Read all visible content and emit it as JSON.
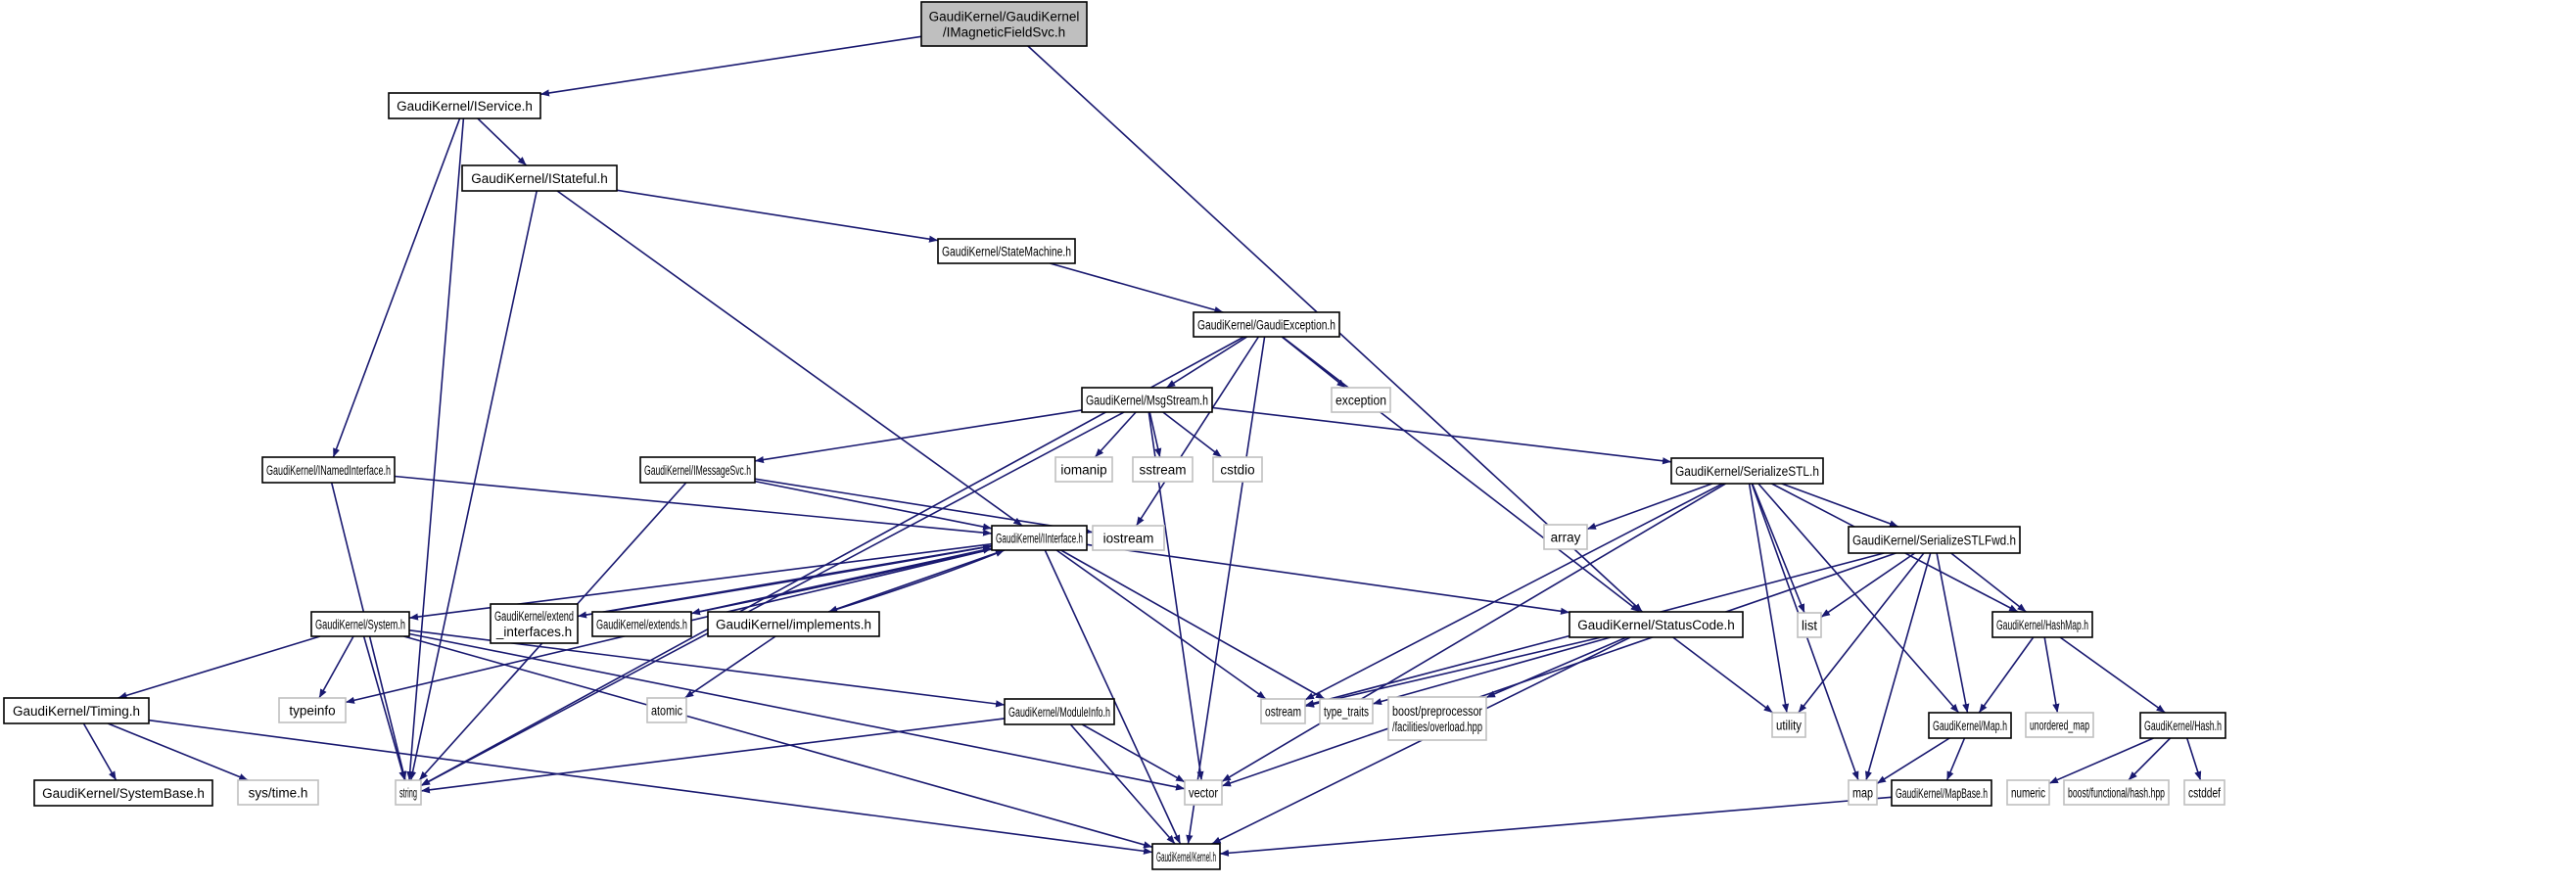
{
  "title": "Include dependency graph for GaudiKernel/GaudiKernel/IMagneticFieldSvc.h",
  "colors": {
    "edge": "#191970",
    "node_border": "#000000",
    "external_border": "#bfbfbf",
    "root_fill": "#bfbfbf"
  },
  "nodes": [
    {
      "id": "root",
      "lines": [
        "GaudiKernel/GaudiKernel",
        "/IMagneticFieldSvc.h"
      ],
      "kind": "root"
    },
    {
      "id": "IService",
      "lines": [
        "GaudiKernel/IService.h"
      ],
      "kind": "internal"
    },
    {
      "id": "IStateful",
      "lines": [
        "GaudiKernel/IStateful.h"
      ],
      "kind": "internal"
    },
    {
      "id": "StateMachine",
      "lines": [
        "GaudiKernel/StateMachine.h"
      ],
      "kind": "internal"
    },
    {
      "id": "GaudiException",
      "lines": [
        "GaudiKernel/GaudiException.h"
      ],
      "kind": "internal"
    },
    {
      "id": "exception",
      "lines": [
        "exception"
      ],
      "kind": "external"
    },
    {
      "id": "MsgStream",
      "lines": [
        "GaudiKernel/MsgStream.h"
      ],
      "kind": "internal"
    },
    {
      "id": "INamedInterface",
      "lines": [
        "GaudiKernel/INamedInterface.h"
      ],
      "kind": "internal"
    },
    {
      "id": "IMessageSvc",
      "lines": [
        "GaudiKernel/IMessageSvc.h"
      ],
      "kind": "internal"
    },
    {
      "id": "iomanip",
      "lines": [
        "iomanip"
      ],
      "kind": "external"
    },
    {
      "id": "sstream",
      "lines": [
        "sstream"
      ],
      "kind": "external"
    },
    {
      "id": "cstdio",
      "lines": [
        "cstdio"
      ],
      "kind": "external"
    },
    {
      "id": "SerializeSTL",
      "lines": [
        "GaudiKernel/SerializeSTL.h"
      ],
      "kind": "internal"
    },
    {
      "id": "IInterface",
      "lines": [
        "GaudiKernel/IInterface.h"
      ],
      "kind": "internal"
    },
    {
      "id": "iostream",
      "lines": [
        "iostream"
      ],
      "kind": "external"
    },
    {
      "id": "array",
      "lines": [
        "array"
      ],
      "kind": "external"
    },
    {
      "id": "SerializeSTLFwd",
      "lines": [
        "GaudiKernel/SerializeSTLFwd.h"
      ],
      "kind": "internal"
    },
    {
      "id": "System",
      "lines": [
        "GaudiKernel/System.h"
      ],
      "kind": "internal"
    },
    {
      "id": "extend_interfaces",
      "lines": [
        "GaudiKernel/extend",
        "_interfaces.h"
      ],
      "kind": "internal"
    },
    {
      "id": "extends",
      "lines": [
        "GaudiKernel/extends.h"
      ],
      "kind": "internal"
    },
    {
      "id": "implements",
      "lines": [
        "GaudiKernel/implements.h"
      ],
      "kind": "internal"
    },
    {
      "id": "StatusCode",
      "lines": [
        "GaudiKernel/StatusCode.h"
      ],
      "kind": "internal"
    },
    {
      "id": "list",
      "lines": [
        "list"
      ],
      "kind": "external"
    },
    {
      "id": "HashMap",
      "lines": [
        "GaudiKernel/HashMap.h"
      ],
      "kind": "internal"
    },
    {
      "id": "Timing",
      "lines": [
        "GaudiKernel/Timing.h"
      ],
      "kind": "internal"
    },
    {
      "id": "typeinfo",
      "lines": [
        "typeinfo"
      ],
      "kind": "external"
    },
    {
      "id": "atomic",
      "lines": [
        "atomic"
      ],
      "kind": "external"
    },
    {
      "id": "ModuleInfo",
      "lines": [
        "GaudiKernel/ModuleInfo.h"
      ],
      "kind": "internal"
    },
    {
      "id": "ostream",
      "lines": [
        "ostream"
      ],
      "kind": "external"
    },
    {
      "id": "type_traits",
      "lines": [
        "type_traits"
      ],
      "kind": "external"
    },
    {
      "id": "overload",
      "lines": [
        "boost/preprocessor",
        "/facilities/overload.hpp"
      ],
      "kind": "external"
    },
    {
      "id": "utility",
      "lines": [
        "utility"
      ],
      "kind": "external"
    },
    {
      "id": "Map",
      "lines": [
        "GaudiKernel/Map.h"
      ],
      "kind": "internal"
    },
    {
      "id": "unordered_map",
      "lines": [
        "unordered_map"
      ],
      "kind": "external"
    },
    {
      "id": "Hash",
      "lines": [
        "GaudiKernel/Hash.h"
      ],
      "kind": "internal"
    },
    {
      "id": "SystemBase",
      "lines": [
        "GaudiKernel/SystemBase.h"
      ],
      "kind": "internal"
    },
    {
      "id": "systime",
      "lines": [
        "sys/time.h"
      ],
      "kind": "external"
    },
    {
      "id": "string",
      "lines": [
        "string"
      ],
      "kind": "external"
    },
    {
      "id": "vector",
      "lines": [
        "vector"
      ],
      "kind": "external"
    },
    {
      "id": "map",
      "lines": [
        "map"
      ],
      "kind": "external"
    },
    {
      "id": "MapBase",
      "lines": [
        "GaudiKernel/MapBase.h"
      ],
      "kind": "internal"
    },
    {
      "id": "numeric",
      "lines": [
        "numeric"
      ],
      "kind": "external"
    },
    {
      "id": "boosthash",
      "lines": [
        "boost/functional/hash.hpp"
      ],
      "kind": "external"
    },
    {
      "id": "cstddef",
      "lines": [
        "cstddef"
      ],
      "kind": "external"
    },
    {
      "id": "Kernel",
      "lines": [
        "GaudiKernel/Kernel.h"
      ],
      "kind": "internal"
    }
  ],
  "edges": [
    [
      "root",
      "IService"
    ],
    [
      "root",
      "StatusCode"
    ],
    [
      "IService",
      "IStateful"
    ],
    [
      "IService",
      "INamedInterface"
    ],
    [
      "IService",
      "string"
    ],
    [
      "IStateful",
      "StateMachine"
    ],
    [
      "IStateful",
      "IInterface"
    ],
    [
      "IStateful",
      "string"
    ],
    [
      "StateMachine",
      "GaudiException"
    ],
    [
      "GaudiException",
      "MsgStream"
    ],
    [
      "GaudiException",
      "exception"
    ],
    [
      "GaudiException",
      "StatusCode"
    ],
    [
      "GaudiException",
      "iostream"
    ],
    [
      "GaudiException",
      "string"
    ],
    [
      "GaudiException",
      "Kernel"
    ],
    [
      "MsgStream",
      "IMessageSvc"
    ],
    [
      "MsgStream",
      "SerializeSTL"
    ],
    [
      "MsgStream",
      "iomanip"
    ],
    [
      "MsgStream",
      "sstream"
    ],
    [
      "MsgStream",
      "cstdio"
    ],
    [
      "MsgStream",
      "string"
    ],
    [
      "MsgStream",
      "vector"
    ],
    [
      "INamedInterface",
      "IInterface"
    ],
    [
      "INamedInterface",
      "string"
    ],
    [
      "IMessageSvc",
      "IInterface"
    ],
    [
      "IMessageSvc",
      "iostream"
    ],
    [
      "IMessageSvc",
      "string"
    ],
    [
      "IInterface",
      "System"
    ],
    [
      "IInterface",
      "extend_interfaces"
    ],
    [
      "IInterface",
      "extends"
    ],
    [
      "IInterface",
      "implements"
    ],
    [
      "IInterface",
      "StatusCode"
    ],
    [
      "IInterface",
      "typeinfo"
    ],
    [
      "IInterface",
      "ostream"
    ],
    [
      "IInterface",
      "type_traits"
    ],
    [
      "IInterface",
      "Kernel"
    ],
    [
      "extend_interfaces",
      "IInterface"
    ],
    [
      "extends",
      "IInterface"
    ],
    [
      "implements",
      "IInterface"
    ],
    [
      "implements",
      "atomic"
    ],
    [
      "SerializeSTL",
      "array"
    ],
    [
      "SerializeSTL",
      "SerializeSTLFwd"
    ],
    [
      "SerializeSTL",
      "list"
    ],
    [
      "SerializeSTL",
      "HashMap"
    ],
    [
      "SerializeSTL",
      "Map"
    ],
    [
      "SerializeSTL",
      "ostream"
    ],
    [
      "SerializeSTL",
      "utility"
    ],
    [
      "SerializeSTL",
      "vector"
    ],
    [
      "SerializeSTL",
      "map"
    ],
    [
      "SerializeSTLFwd",
      "list"
    ],
    [
      "SerializeSTLFwd",
      "HashMap"
    ],
    [
      "SerializeSTLFwd",
      "Map"
    ],
    [
      "SerializeSTLFwd",
      "ostream"
    ],
    [
      "SerializeSTLFwd",
      "utility"
    ],
    [
      "SerializeSTLFwd",
      "vector"
    ],
    [
      "SerializeSTLFwd",
      "map"
    ],
    [
      "System",
      "Timing"
    ],
    [
      "System",
      "typeinfo"
    ],
    [
      "System",
      "ModuleInfo"
    ],
    [
      "System",
      "string"
    ],
    [
      "System",
      "vector"
    ],
    [
      "System",
      "Kernel"
    ],
    [
      "StatusCode",
      "ostream"
    ],
    [
      "StatusCode",
      "type_traits"
    ],
    [
      "StatusCode",
      "overload"
    ],
    [
      "StatusCode",
      "utility"
    ],
    [
      "StatusCode",
      "Kernel"
    ],
    [
      "HashMap",
      "Map"
    ],
    [
      "HashMap",
      "unordered_map"
    ],
    [
      "HashMap",
      "Hash"
    ],
    [
      "Timing",
      "SystemBase"
    ],
    [
      "Timing",
      "systime"
    ],
    [
      "Timing",
      "Kernel"
    ],
    [
      "ModuleInfo",
      "string"
    ],
    [
      "ModuleInfo",
      "vector"
    ],
    [
      "ModuleInfo",
      "Kernel"
    ],
    [
      "Map",
      "map"
    ],
    [
      "Map",
      "MapBase"
    ],
    [
      "MapBase",
      "Kernel"
    ],
    [
      "Hash",
      "numeric"
    ],
    [
      "Hash",
      "boosthash"
    ],
    [
      "Hash",
      "cstddef"
    ]
  ]
}
